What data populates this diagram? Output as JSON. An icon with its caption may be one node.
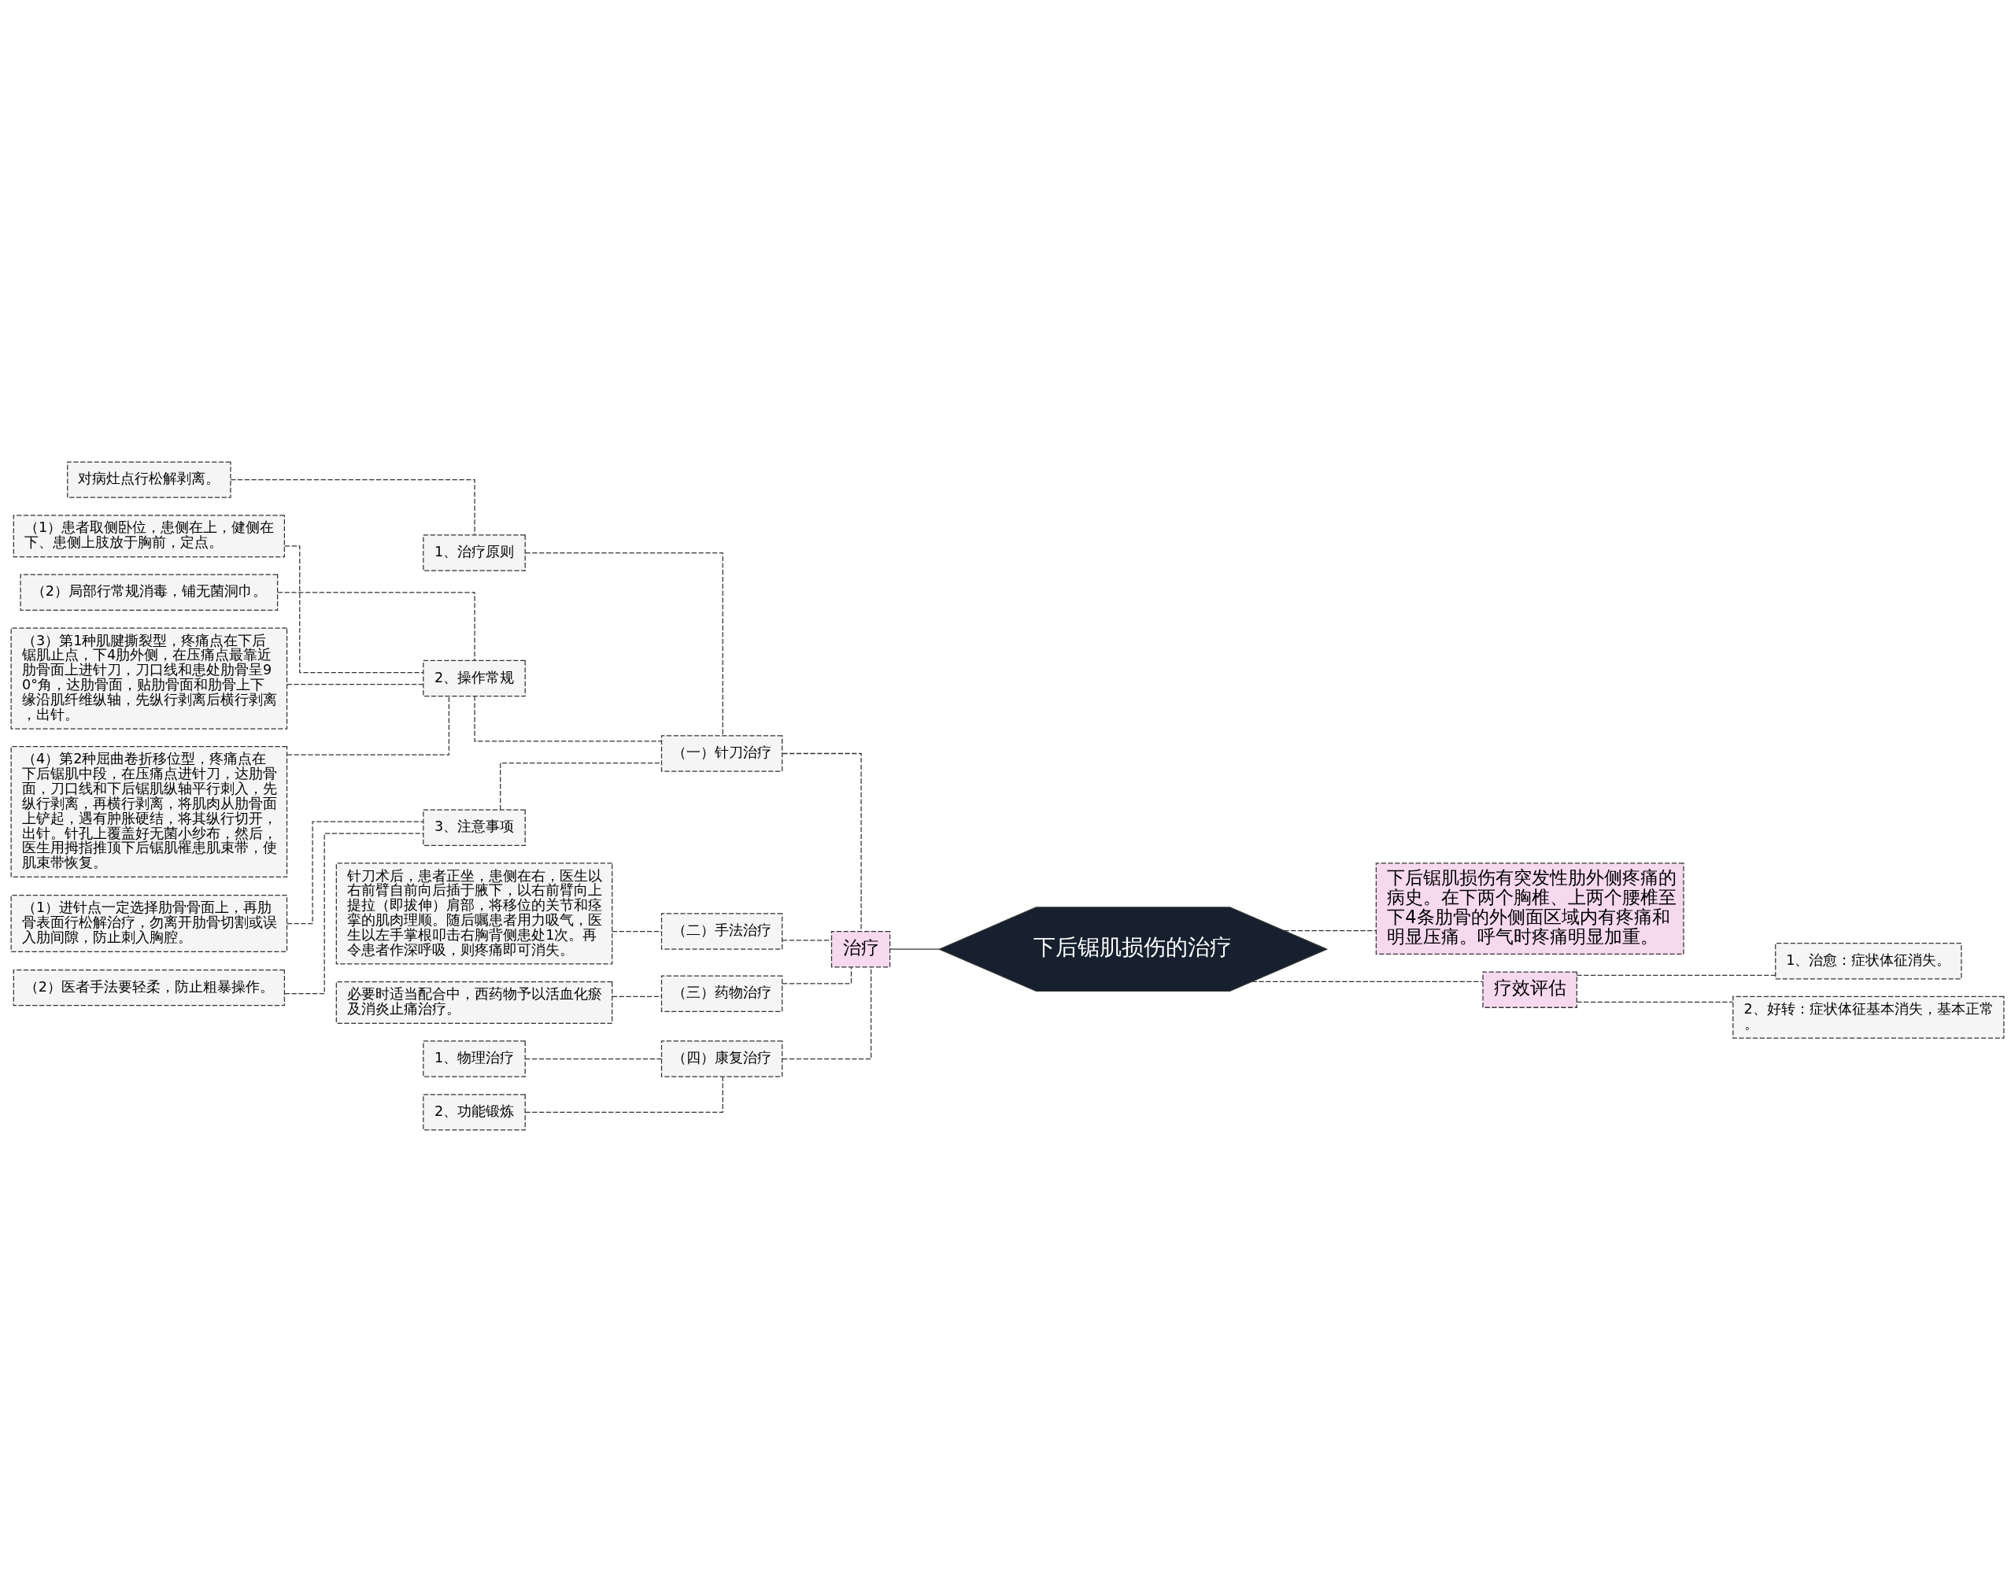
{
  "diagram": {
    "nodes": [
      {
        "text": [
          "下后锯肌损伤的治疗"
        ]
      },
      {
        "text": [
          "治疗"
        ]
      },
      {
        "text": [
          "（一）针刀治疗"
        ]
      },
      {
        "text": [
          "1、治疗原则"
        ]
      },
      {
        "text": [
          "对病灶点行松解剥离。"
        ]
      },
      {
        "text": [
          "2、操作常规"
        ]
      },
      {
        "text": [
          "（1）患者取侧卧位，患侧在上，健侧在下、患侧上肢放于胸前，定点。"
        ]
      },
      {
        "text": [
          "（2）局部行常规消毒，铺无菌洞巾。"
        ]
      },
      {
        "text": [
          "（3）第1种肌腱撕裂型，疼痛点在下后锯肌止点，下4肋外侧，在压痛点最靠近肋骨面上进针刀，刀口线和患处肋骨呈90°角，达肋骨面，贴肋骨面和肋骨上下缘沿肌纤维纵轴，先纵行剥离后横行剥离，出针。"
        ]
      },
      {
        "text": [
          "（4）第2种屈曲卷折移位型，疼痛点在下后锯肌中段，在压痛点进针刀，达肋骨面，刀口线和下后锯肌纵轴平行刺入，先纵行剥离，再横行剥离，将肌肉从肋骨面上铲起，遇有肿胀硬结，将其纵行切开，出针。针孔上覆盖好无菌小纱布，然后，医生用拇指推顶下后锯肌罹患肌束带，使肌束带恢复。"
        ]
      },
      {
        "text": [
          "3、注意事项"
        ]
      },
      {
        "text": [
          "（1）进针点一定选择肋骨骨面上，再肋骨表面行松解治疗，勿离开肋骨切割或误入肋间隙，防止刺入胸腔。"
        ]
      },
      {
        "text": [
          "（2）医者手法要轻柔，防止粗暴操作。"
        ]
      },
      {
        "text": [
          "（二）手法治疗"
        ]
      },
      {
        "text": [
          "针刀术后，患者正坐，患侧在右，医生以右前臂自前向后插于腋下，以右前臂向上提拉（即拔伸）肩部，将移位的关节和痉挛的肌肉理顺。随后嘱患者用力吸气，医生以左手掌根叩击右胸背侧患处1次。再令患者作深呼吸，则疼痛即可消失。"
        ]
      },
      {
        "text": [
          "（三）药物治疗"
        ]
      },
      {
        "text": [
          "必要时适当配合中，西药物予以活血化瘀及消炎止痛治疗。"
        ]
      },
      {
        "text": [
          "（四）康复治疗"
        ]
      },
      {
        "text": [
          "1、物理治疗"
        ]
      },
      {
        "text": [
          "2、功能锻炼"
        ]
      },
      {
        "text": [
          "下后锯肌损伤有突发性肋外侧疼痛的病史。在下两个胸椎、上两个腰椎至下4条肋骨的外侧面区域内有疼痛和明显压痛。呼气时疼痛明显加重。"
        ]
      },
      {
        "text": [
          "疗效评估"
        ]
      },
      {
        "text": [
          "1、治愈：症状体征消失。"
        ]
      },
      {
        "text": [
          "2、好转：症状体征基本消失，基本正常。"
        ]
      }
    ],
    "edges": [
      {
        "from": 0,
        "to": 1,
        "arrow": "none"
      },
      {
        "from": 1,
        "to": 2,
        "arrow": "none",
        "style": "dashed"
      },
      {
        "from": 2,
        "to": 3,
        "arrow": "none",
        "style": "dashed"
      },
      {
        "from": 3,
        "to": 4,
        "arrow": "none",
        "style": "dashed"
      },
      {
        "from": 2,
        "to": 5,
        "arrow": "none",
        "style": "dashed"
      },
      {
        "from": 5,
        "to": 6,
        "arrow": "none",
        "style": "dashed"
      },
      {
        "from": 5,
        "to": 7,
        "arrow": "none",
        "style": "dashed"
      },
      {
        "from": 5,
        "to": 8,
        "arrow": "none",
        "style": "dashed"
      },
      {
        "from": 5,
        "to": 9,
        "arrow": "none",
        "style": "dashed"
      },
      {
        "from": 2,
        "to": 10,
        "arrow": "none",
        "style": "dashed"
      },
      {
        "from": 10,
        "to": 11,
        "arrow": "none",
        "style": "dashed"
      },
      {
        "from": 10,
        "to": 12,
        "arrow": "none",
        "style": "dashed"
      },
      {
        "from": 1,
        "to": 13,
        "arrow": "none",
        "style": "dashed"
      },
      {
        "from": 13,
        "to": 14,
        "arrow": "none",
        "style": "dashed"
      },
      {
        "from": 1,
        "to": 15,
        "arrow": "none",
        "style": "dashed"
      },
      {
        "from": 15,
        "to": 16,
        "arrow": "none",
        "style": "dashed"
      },
      {
        "from": 1,
        "to": 17,
        "arrow": "none",
        "style": "dashed"
      },
      {
        "from": 17,
        "to": 18,
        "arrow": "none",
        "style": "dashed"
      },
      {
        "from": 17,
        "to": 19,
        "arrow": "none",
        "style": "dashed"
      },
      {
        "from": 0,
        "to": 20,
        "arrow": "none",
        "style": "dashed"
      },
      {
        "from": 0,
        "to": 21,
        "arrow": "none",
        "style": "dashed"
      },
      {
        "from": 21,
        "to": 22,
        "arrow": "none",
        "style": "dashed"
      },
      {
        "from": 21,
        "to": 23,
        "arrow": "none",
        "style": "dashed"
      }
    ]
  }
}
